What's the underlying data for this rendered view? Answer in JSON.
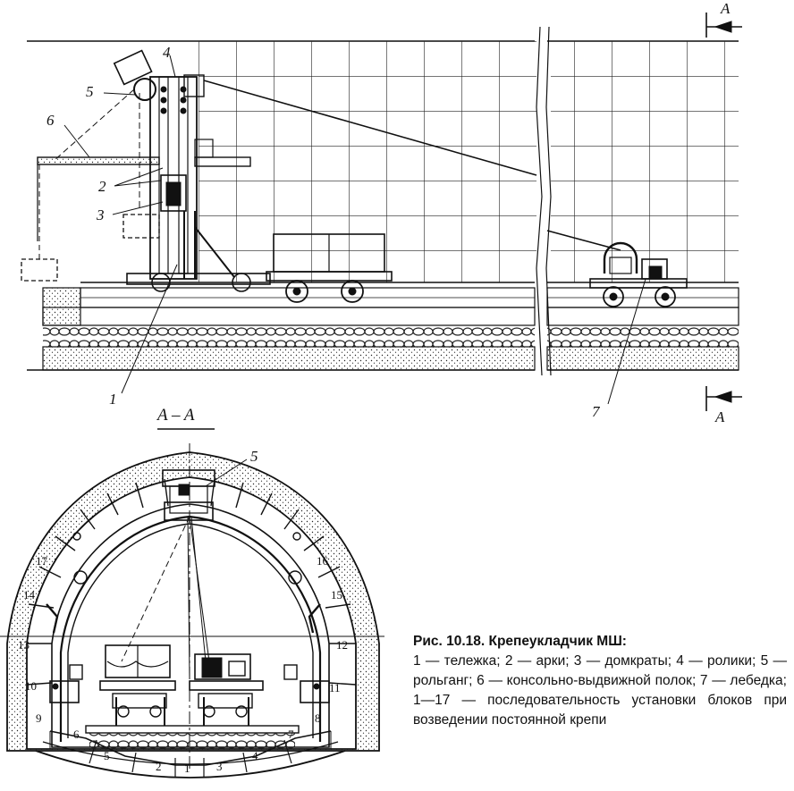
{
  "labels": {
    "section_a_top": "A",
    "section_a_bottom": "A",
    "section_title": "A – A",
    "callout_1": "1",
    "callout_2": "2",
    "callout_3": "3",
    "callout_4": "4",
    "callout_5": "5",
    "callout_6": "6",
    "callout_7": "7",
    "section_callout_5": "5",
    "blocks": [
      "1",
      "2",
      "3",
      "4",
      "5",
      "6",
      "7",
      "8",
      "9",
      "10",
      "11",
      "12",
      "13",
      "14",
      "15",
      "16",
      "17"
    ]
  },
  "caption": {
    "title": "Рис. 10.18. Крепеукладчик МШ:",
    "body": "1 — тележка; 2 — арки; 3 — домкраты; 4 — ролики; 5 — рольганг; 6 — консольно-выдвижной полок; 7 — лебедка; 1—17 — последовательность установки блоков при возведении постоянной крепи"
  },
  "colors": {
    "ink": "#111111",
    "paper": "#ffffff"
  }
}
